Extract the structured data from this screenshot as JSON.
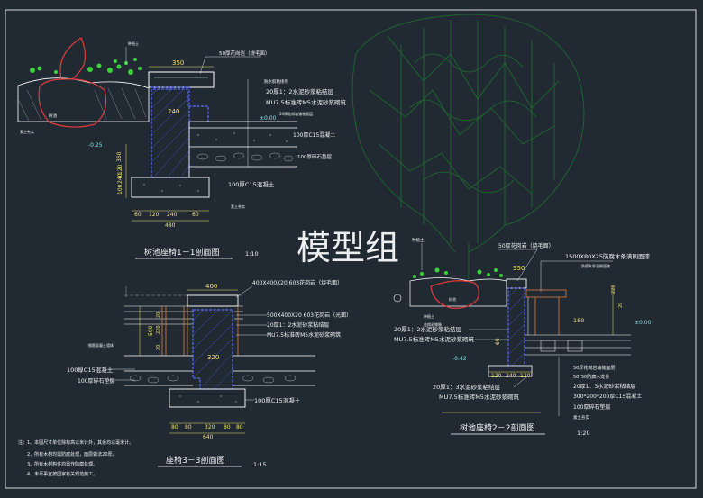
{
  "watermark": "模型组",
  "colors": {
    "background": "#212a33",
    "frame": "#d8d8d8",
    "outline": "#ffffff",
    "hatch_blue": "#5a6bff",
    "plant_green": "#3ad13a",
    "tree_green": "#1e7a2e",
    "dim_yellow": "#f2e066",
    "dim_cyan": "#7fe0e0",
    "soil_red": "#e03b3b"
  },
  "section_1_1": {
    "title": "树池座椅1－1剖面图",
    "scale": "1:10",
    "top_dim": "350",
    "leader_top": "50厚花岗岩（烧毛面）",
    "label_planting": "种植土",
    "label_tree": "树池",
    "label_plain": "素土夯实",
    "elev_left": "-0.25",
    "elev_zero": "±0.00",
    "dim_240": "240",
    "notes": [
      "防水胶粘接剂",
      "20厚1：2水泥砂浆粘结层",
      "MU7.5标准砖M5水泥砂浆砌筑",
      "20厚花岗岩铺装面层",
      "100厚C15混凝土",
      "100厚碎石垫层"
    ],
    "note_base": "100厚C15混凝土",
    "note_soil": "素土夯实",
    "side_dims": [
      "360",
      "120",
      "240",
      "100",
      "120"
    ],
    "bottom_dims": [
      "60",
      "120",
      "240",
      "60"
    ],
    "bottom_total": "480"
  },
  "section_3_3": {
    "title": "座椅3－3剖面图",
    "scale": "1:15",
    "top_dim": "400",
    "leaders": [
      "400X400X20  603花岗岩（烧毛面）",
      "500X400X20  603花岗岩（光面）",
      "20厚1：2水泥砂浆粘结层",
      "MU7.5标准砖M5水泥砂浆砌筑"
    ],
    "label_wall": "钢筋混凝土墙体",
    "left_notes": [
      "100厚C15混凝土",
      "100厚碎石垫层"
    ],
    "note_base": "100厚C15混凝土",
    "dim_500": "500",
    "dim_320": "320",
    "side_dims": [
      "20",
      "220",
      "20"
    ],
    "bottom_dims": [
      "80",
      "80",
      "320",
      "80",
      "80"
    ],
    "bottom_total": "640"
  },
  "section_2_2": {
    "title": "树池座椅2－2剖面图",
    "scale": "1:20",
    "leader_top": "50厚花岗岩（烧毛面）",
    "leader_bench": "1500X80X25防腐木条满刷面漆",
    "leader_bench2": "防腐木条满刷面漆",
    "label_plant": "种植土",
    "label_tree": "树池",
    "label_soil": "种植土",
    "label_stone": "花岗岩铺装",
    "left_notes": [
      "20厚1：2水泥砂浆粘结层",
      "MU7.5标准砖M5水泥砂浆砌筑"
    ],
    "elev_zero": "±0.00",
    "elev_left": "-0.42",
    "dim_180": "180",
    "dim_60": "60",
    "right_notes": [
      "50厚花岗岩铺装面层",
      "50*50防腐木龙骨",
      "20厚1：3水泥砂浆粘结层",
      "300*200*200厚C15混凝土",
      "100厚碎石垫层",
      "素土夯实"
    ],
    "mid_notes": [
      "20厚1：3水泥砂浆粘结层",
      "MU7.5标准砖M5水泥砂浆砌筑"
    ],
    "bottom_dims": [
      "120",
      "240",
      "120"
    ]
  },
  "notes_block": {
    "lines": [
      "注：1、本图尺寸单位除标高以米计外，其余均以毫米计。",
      "2、所有木材均需防腐处理，面层做法20厚。",
      "3、所有木材构件均需作防腐处理。",
      "4、未尽事宜按国家有关规范施工。"
    ]
  }
}
